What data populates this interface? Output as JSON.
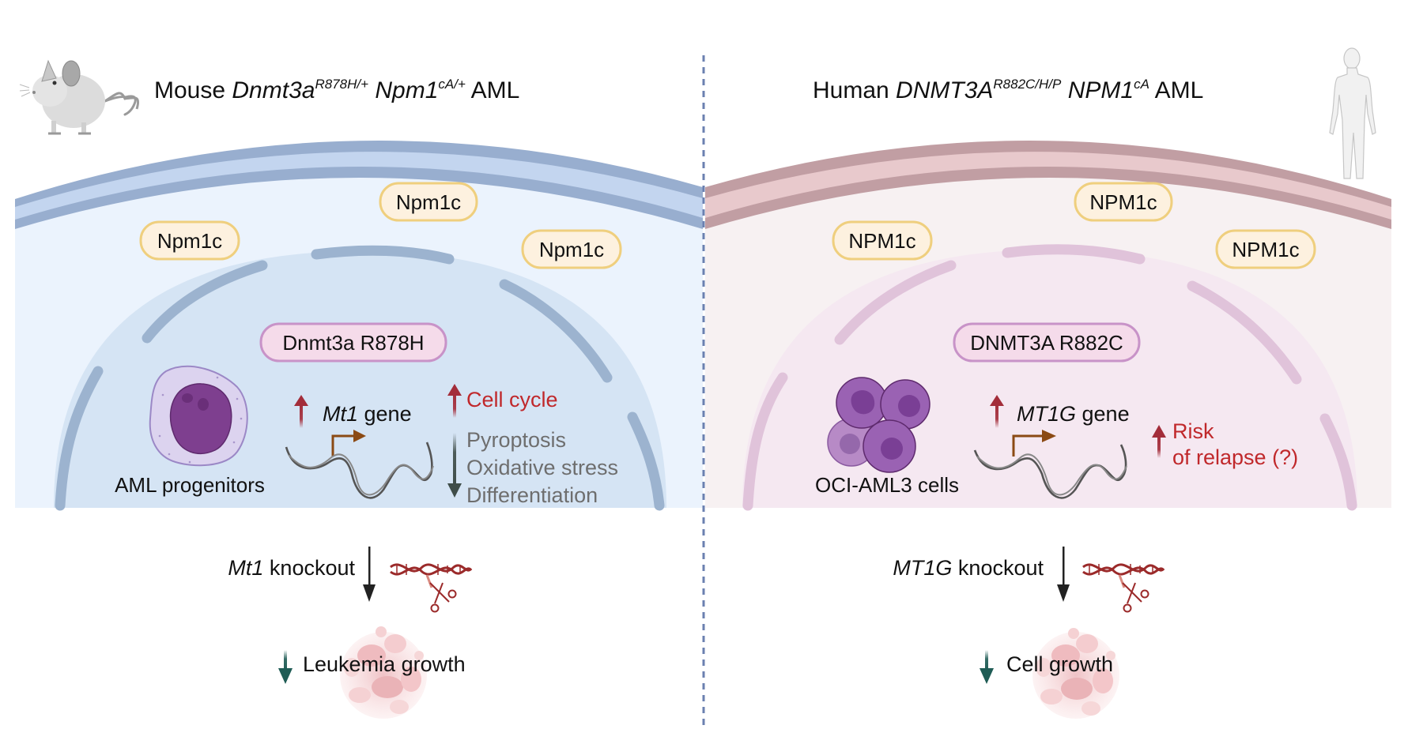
{
  "figure": {
    "divider_color": "#6b80b0",
    "colors": {
      "up_arrow": "#a32d3a",
      "down_arrow_gray": "#3f4d49",
      "down_arrow_green": "#1f5c55",
      "highlight_red": "#c0282b",
      "muted_gray": "#6e6e6e",
      "promoter_arrow": "#8b4a14",
      "crispr_red": "#9b2a2a",
      "pill_yellow_border": "#efcf7e",
      "pill_yellow_fill": "#fdf1df",
      "pill_purple_border": "#c893c8",
      "pill_purple_fill": "#f5dbea"
    }
  },
  "mouse": {
    "icon": "mouse-icon",
    "title": {
      "prefix": "Mouse ",
      "gene1": "Dnmt3a",
      "gene1_sup": "R878H/+",
      "gene2": "Npm1",
      "gene2_sup": "cA/+",
      "suffix": "AML"
    },
    "cytoplasm_proteins": [
      "Npm1c",
      "Npm1c",
      "Npm1c"
    ],
    "nuclear_protein": "Dnmt3a R878H",
    "cell_label": "AML progenitors",
    "gene": {
      "name": "Mt1",
      "suffix": " gene",
      "direction": "up"
    },
    "effects_up": [
      "Cell cycle"
    ],
    "effects_down": [
      "Pyroptosis",
      "Oxidative stress",
      "Differentiation"
    ],
    "knockout": {
      "gene": "Mt1",
      "suffix": " knockout"
    },
    "outcome": {
      "direction": "down",
      "label": "Leukemia growth"
    }
  },
  "human": {
    "icon": "human-figure-icon",
    "title": {
      "prefix": "Human ",
      "gene1": "DNMT3A",
      "gene1_sup": "R882C/H/P",
      "gene2": "NPM1",
      "gene2_sup": "cA",
      "suffix": "AML"
    },
    "cytoplasm_proteins": [
      "NPM1c",
      "NPM1c",
      "NPM1c"
    ],
    "nuclear_protein": "DNMT3A R882C",
    "cell_label": "OCI-AML3 cells",
    "gene": {
      "name": "MT1G",
      "suffix": " gene",
      "direction": "up"
    },
    "effects_up": [
      "Risk",
      "of relapse (?)"
    ],
    "knockout": {
      "gene": "MT1G",
      "suffix": " knockout"
    },
    "outcome": {
      "direction": "down",
      "label": "Cell growth"
    }
  }
}
